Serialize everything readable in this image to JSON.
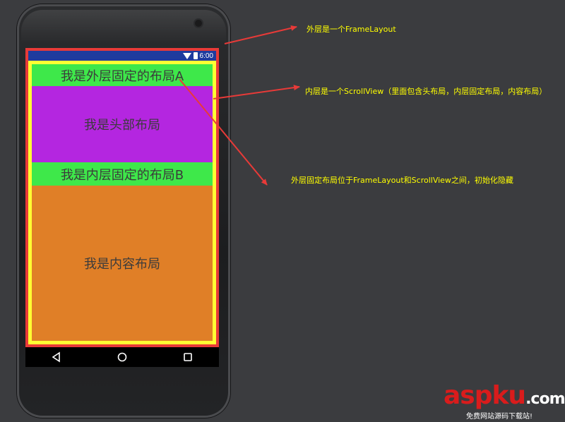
{
  "phone": {
    "status_time": "6:00"
  },
  "layout_blocks": {
    "outer_fixed": "我是外层固定的布局A",
    "header": "我是头部布局",
    "inner_fixed": "我是内层固定的布局B",
    "content": "我是内容布局"
  },
  "annotations": {
    "outer": "外层是一个FrameLayout",
    "inner": "内层是一个ScrollView（里面包含头布局，内层固定布局，内容布局）",
    "fixed": "外层固定布局位于FrameLayout和ScrollView之间，初始化隐藏"
  },
  "watermark": {
    "main": "aspku",
    "domain": ".com",
    "sub": "免费网站源码下载站!"
  },
  "colors": {
    "outer_frame": "#e83a38",
    "inner_frame": "#ffff33",
    "fixed_layout": "#3ee84a",
    "header_layout": "#b426e0",
    "content_layout": "#e07f27",
    "annotation_text": "#ffff00",
    "arrow": "#e83a38"
  },
  "icons": [
    "wifi-icon",
    "battery-icon",
    "back-icon",
    "home-icon",
    "recent-apps-icon"
  ]
}
